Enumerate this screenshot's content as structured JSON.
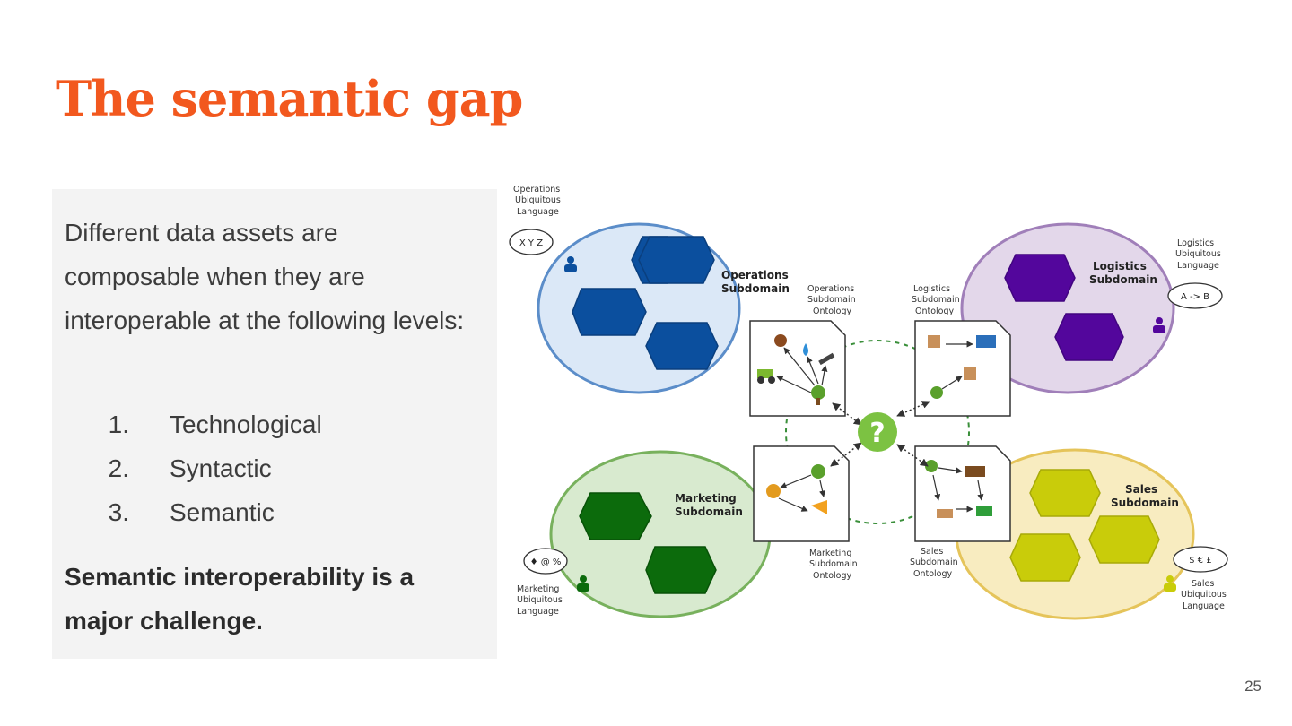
{
  "slide": {
    "title": "The semantic gap",
    "intro": "Different data assets are composable when they are interoperable at the following levels:",
    "levels": [
      {
        "number": "1.",
        "label": "Technological"
      },
      {
        "number": "2.",
        "label": "Syntactic"
      },
      {
        "number": "3.",
        "label": "Semantic"
      }
    ],
    "conclusion": "Semantic interoperability is a major challenge.",
    "page_number": "25"
  },
  "diagram": {
    "center_symbol": "?",
    "domains": {
      "operations": {
        "name": [
          "Operations",
          "Subdomain"
        ],
        "ontology": [
          "Operations",
          "Subdomain",
          "Ontology"
        ],
        "language": [
          "Operations",
          "Ubiquitous",
          "Language"
        ],
        "speech": "X Y Z",
        "color": "#0b4f9e",
        "fill": "#dbe8f7"
      },
      "logistics": {
        "name": [
          "Logistics",
          "Subdomain"
        ],
        "ontology": [
          "Logistics",
          "Subdomain",
          "Ontology"
        ],
        "language": [
          "Logistics",
          "Ubiquitous",
          "Language"
        ],
        "speech": "A -> B",
        "color": "#53069c",
        "fill": "#e3d7ea"
      },
      "marketing": {
        "name": [
          "Marketing",
          "Subdomain"
        ],
        "ontology": [
          "Marketing",
          "Subdomain",
          "Ontology"
        ],
        "language": [
          "Marketing",
          "Ubiquitous",
          "Language"
        ],
        "speech": "♦ @ %",
        "color": "#0c6b0c",
        "fill": "#d8eacf"
      },
      "sales": {
        "name": [
          "Sales",
          "Subdomain"
        ],
        "ontology": [
          "Sales",
          "Subdomain",
          "Ontology"
        ],
        "language": [
          "Sales",
          "Ubiquitous",
          "Language"
        ],
        "speech": "$ € £",
        "color": "#c9cc0a",
        "fill": "#f8ecc0"
      }
    }
  }
}
